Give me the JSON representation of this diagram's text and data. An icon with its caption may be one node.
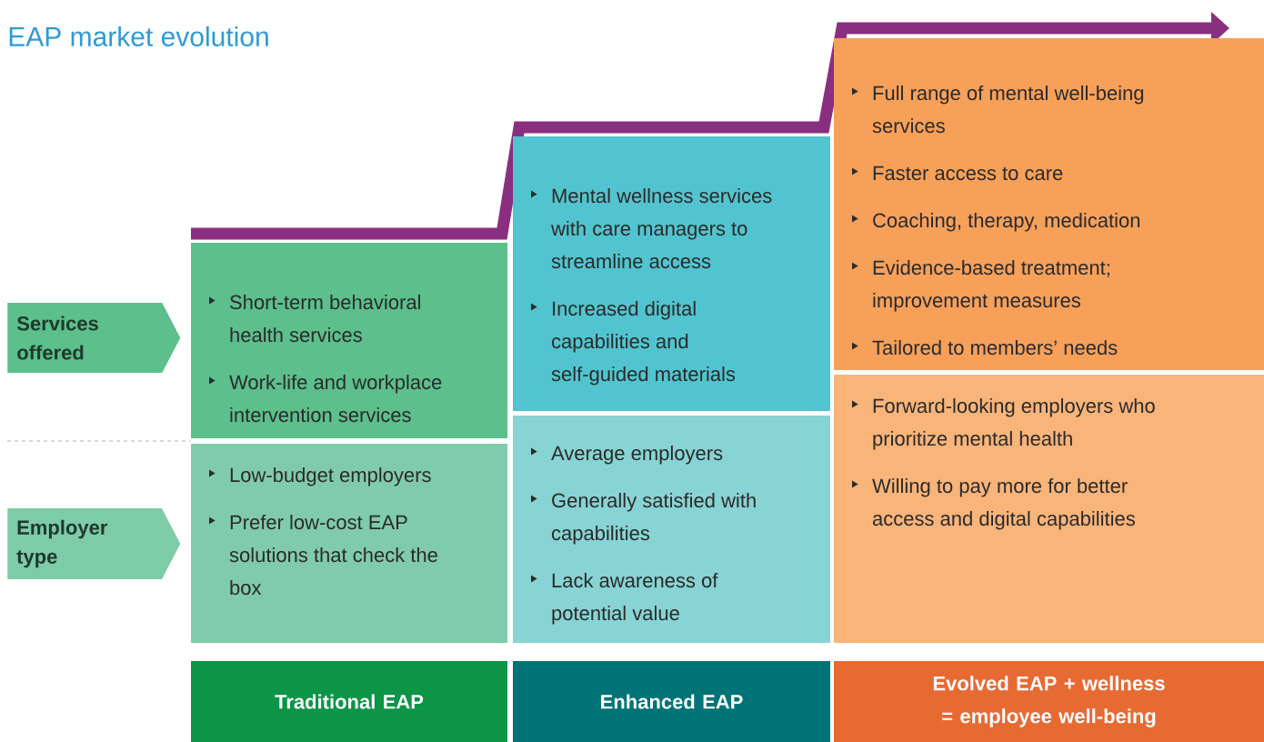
{
  "diagram": {
    "title": "EAP market evolution",
    "nodes": [
      {
        "text": [
          "Services offered"
        ]
      },
      {
        "text": [
          "Employer type"
        ]
      },
      {
        "text": [
          "Short-term behavioral health services",
          "Work-life and workplace intervention services"
        ]
      },
      {
        "text": [
          "Low-budget employers",
          "Prefer low-cost EAP solutions that check the box"
        ]
      },
      {
        "text": [
          "Mental wellness services with care managers to streamline access",
          "Increased digital capabilities and self-guided materials"
        ]
      },
      {
        "text": [
          "Average employers",
          "Generally satisfied with capabilities",
          "Lack awareness of potential value"
        ]
      },
      {
        "text": [
          "Full range of mental well-being services",
          "Faster access to care",
          "Coaching, therapy, medication",
          "Evidence-based treatment; improvement measures",
          "Tailored to members’ needs"
        ]
      },
      {
        "text": [
          "Forward-looking employers who prioritize mental health",
          "Willing to pay more for better access and digital capabilities"
        ]
      },
      {
        "text": [
          "Traditional EAP"
        ]
      },
      {
        "text": [
          "Enhanced EAP"
        ]
      },
      {
        "text": [
          "Evolved EAP + wellness = employee well-being"
        ]
      }
    ]
  }
}
